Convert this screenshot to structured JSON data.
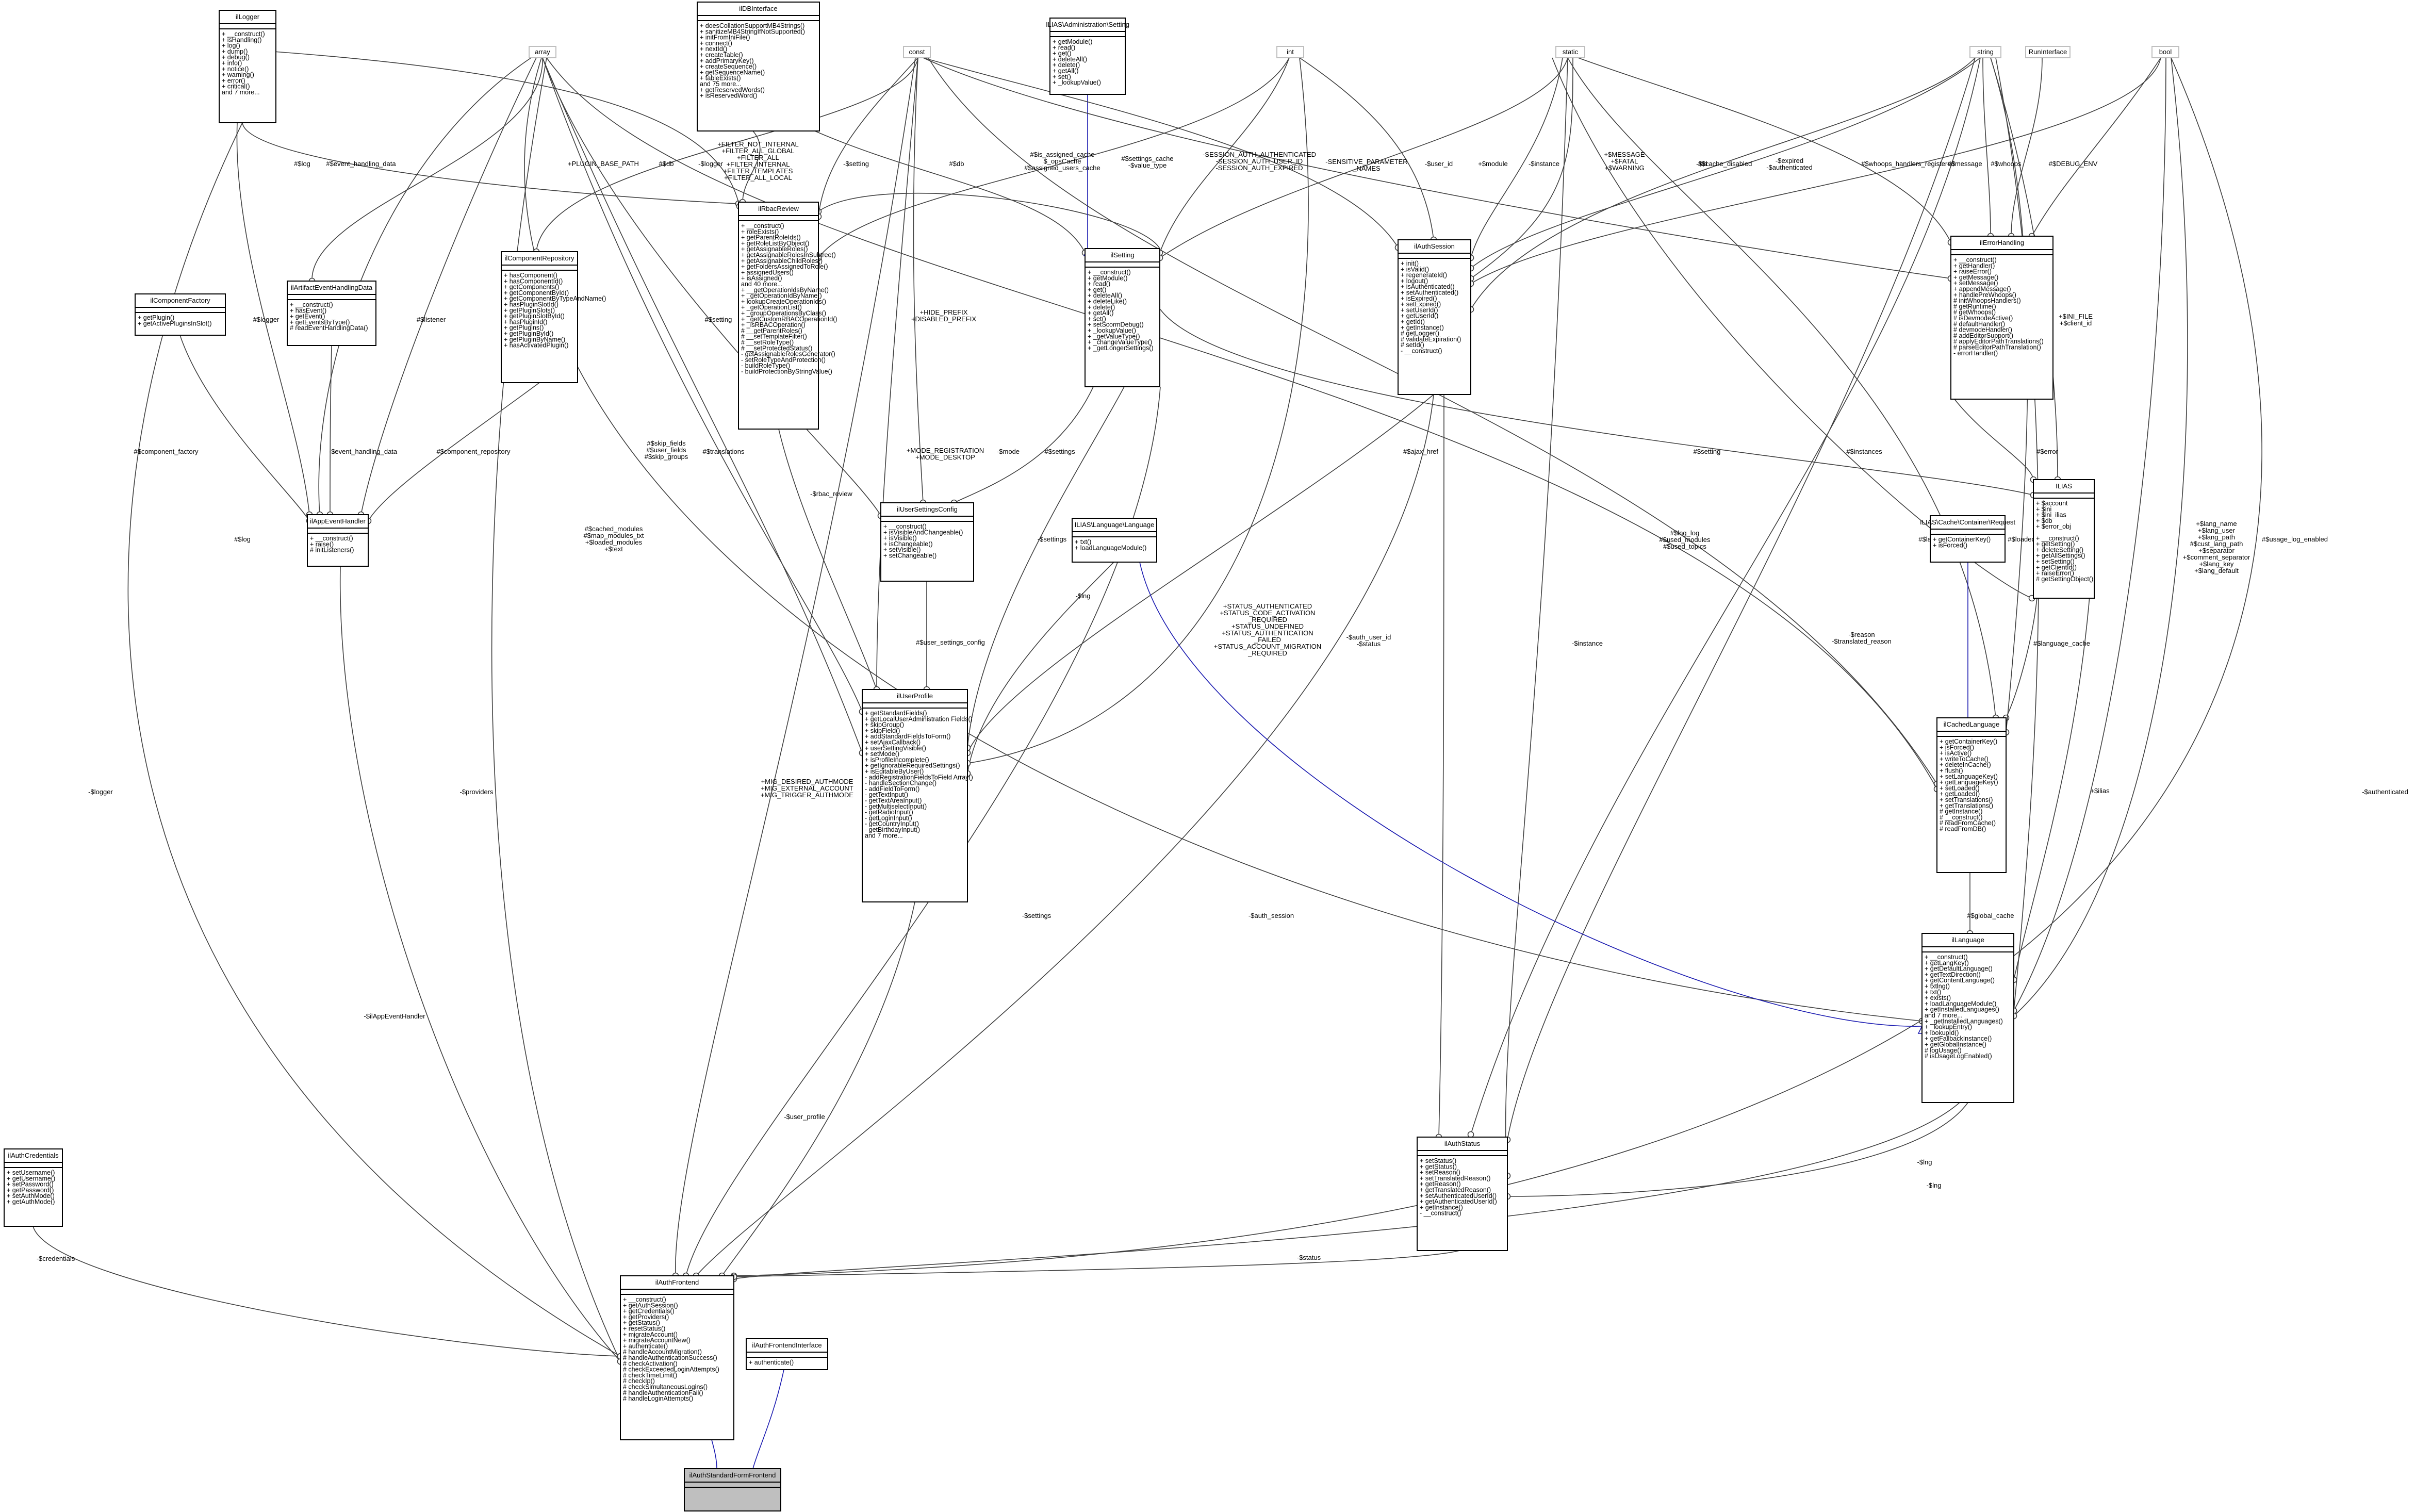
{
  "classes": [
    {
      "id": "ilLogger",
      "name": "ilLogger",
      "members": [
        "+ __construct()",
        "+ isHandling()",
        "+ log()",
        "+ dump()",
        "+ debug()",
        "+ info()",
        "+ notice()",
        "+ warning()",
        "+ error()",
        "+ critical()",
        "and 7 more..."
      ]
    },
    {
      "id": "ilDBInterface",
      "name": "ilDBInterface",
      "members": [
        "+ doesCollationSupportMB4Strings()",
        "+ sanitizeMB4StringIfNotSupported()",
        "+ initFromIniFile()",
        "+ connect()",
        "+ nextId()",
        "+ createTable()",
        "+ addPrimaryKey()",
        "+ createSequence()",
        "+ getSequenceName()",
        "+ tableExists()",
        "and 75 more...",
        "+ getReservedWords()",
        "+ isReservedWord()"
      ]
    },
    {
      "id": "ilSetting_adm",
      "name": "ILIAS\\Administration\\Setting",
      "members": [
        "+ getModule()",
        "+ read()",
        "+ get()",
        "+ deleteAll()",
        "+ delete()",
        "+ getAll()",
        "+ set()",
        "+ _lookupValue()"
      ]
    },
    {
      "id": "ilComponentFactory",
      "name": "ilComponentFactory",
      "members": [
        "+ getPlugin()",
        "+ getActivePluginsInSlot()"
      ]
    },
    {
      "id": "ilArtifactEventHandlingData",
      "name": "ilArtifactEventHandlingData",
      "members": [
        "+ __construct()",
        "+ hasEvent()",
        "+ getEvent()",
        "+ getEventsByType()",
        "# readEventHandlingData()"
      ]
    },
    {
      "id": "ilComponentRepository",
      "name": "ilComponentRepository",
      "members": [
        "+ hasComponent()",
        "+ hasComponentId()",
        "+ getComponents()",
        "+ getComponentById()",
        "+ getComponentByTypeAndName()",
        "+ hasPluginSlotId()",
        "+ getPluginSlots()",
        "+ getPluginSlotById()",
        "+ hasPluginId()",
        "+ getPlugins()",
        "+ getPluginById()",
        "+ getPluginByName()",
        "+ hasActivatedPlugin()"
      ]
    },
    {
      "id": "ilRbacReview",
      "name": "ilRbacReview",
      "members": [
        "+ __construct()",
        "+ roleExists()",
        "+ getParentRoleIds()",
        "+ getRoleListByObject()",
        "+ getAssignableRoles()",
        "+ getAssignableRolesInSubtree()",
        "+ getAssignableChildRoles()",
        "+ getFoldersAssignedToRole()",
        "+ assignedUsers()",
        "+ isAssigned()",
        "and 40 more...",
        "+ __getOperationIdsByName()",
        "+ _getOperationIdByName()",
        "+ lookupCreateOperationIds()",
        "+ _getOperationList()",
        "+ _groupOperationsByClass()",
        "+ _getCustomRBACOperationId()",
        "+ _isRBACOperation()",
        "# __getParentRoles()",
        "# __setTemplateFilter()",
        "# __setRoleType()",
        "# __setProtectedStatus()",
        "- getAssignableRolesGenerator()",
        "- setRoleTypeAndProtection()",
        "- buildRoleType()",
        "- buildProtectionByStringValue()"
      ]
    },
    {
      "id": "ilSetting",
      "name": "ilSetting",
      "members": [
        "+ __construct()",
        "+ getModule()",
        "+ read()",
        "+ get()",
        "+ deleteAll()",
        "+ deleteLike()",
        "+ delete()",
        "+ getAll()",
        "+ set()",
        "+ setScormDebug()",
        "+ _lookupValue()",
        "+ _getValueType()",
        "+ _changeValueType()",
        "+ _getLongerSettings()"
      ]
    },
    {
      "id": "ilAuthSession",
      "name": "ilAuthSession",
      "members": [
        "+ init()",
        "+ isValid()",
        "+ regenerateId()",
        "+ logout()",
        "+ isAuthenticated()",
        "+ setAuthenticated()",
        "+ isExpired()",
        "+ setExpired()",
        "+ setUserId()",
        "+ getUserId()",
        "+ getId()",
        "+ getInstance()",
        "# getLogger()",
        "# validateExpiration()",
        "# setId()",
        "- __construct()"
      ]
    },
    {
      "id": "ilErrorHandling",
      "name": "ilErrorHandling",
      "members": [
        "+ __construct()",
        "+ getHandler()",
        "+ raiseError()",
        "+ getMessage()",
        "+ setMessage()",
        "+ appendMessage()",
        "+ handlePreWhoops()",
        "# initWhoopsHandlers()",
        "# getRuntime()",
        "# getWhoops()",
        "# isDevmodeActive()",
        "# defaultHandler()",
        "# devmodeHandler()",
        "# addEditorSupport()",
        "# applyEditorPathTranslations()",
        "# parseEditorPathTranslation()",
        "- errorHandler()"
      ]
    },
    {
      "id": "ilAppEventHandler",
      "name": "ilAppEventHandler",
      "members": [
        "+ __construct()",
        "+ raise()",
        "# initListeners()"
      ]
    },
    {
      "id": "ilUserSettingsConfig",
      "name": "ilUserSettingsConfig",
      "members": [
        "+ __construct()",
        "+ isVisibleAndChangeable()",
        "+ isVisible()",
        "+ isChangeable()",
        "+ setVisible()",
        "+ setChangeable()"
      ]
    },
    {
      "id": "ilLanguageIface",
      "name": "ILIAS\\Language\\Language",
      "members": [
        "+ txt()",
        "+ loadLanguageModule()"
      ]
    },
    {
      "id": "ilIAS",
      "name": "ILIAS",
      "members": [
        "+ $account",
        "+ $ini",
        "+ $ini_ilias",
        "+ $db",
        "+ $error_obj",
        "",
        "+ __construct()",
        "+ getSetting()",
        "+ deleteSetting()",
        "+ getAllSettings()",
        "+ setSetting()",
        "+ getClientId()",
        "+ raiseError()",
        "# getSettingObject()"
      ]
    },
    {
      "id": "ilCacheRequest",
      "name": "ILIAS\\Cache\\Container\\Request",
      "members": [
        "+ getContainerKey()",
        "+ isForced()"
      ]
    },
    {
      "id": "ilUserProfile",
      "name": "ilUserProfile",
      "members": [
        "+ getStandardFields()",
        "+ getLocalUserAdministration Fields()",
        "+ skipGroup()",
        "+ skipField()",
        "+ addStandardFieldsToForm()",
        "+ setAjaxCallback()",
        "+ userSettingVisible()",
        "+ setMode()",
        "+ isProfileIncomplete()",
        "+ getIgnorableRequiredSettings()",
        "+ isEditableByUser()",
        "- addRegistrationFieldsToField Array()",
        "- handleSectionChange()",
        "- addFieldToForm()",
        "- getTextInput()",
        "- getTextAreaInput()",
        "- getMultiselectInput()",
        "- getRadioInput()",
        "- getLoginInput()",
        "- getCountryInput()",
        "- getBirthdayInput()",
        "and 7 more..."
      ]
    },
    {
      "id": "ilCachedLanguage",
      "name": "ilCachedLanguage",
      "members": [
        "+ getContainerKey()",
        "+ isForced()",
        "+ isActive()",
        "+ writeToCache()",
        "+ deleteInCache()",
        "+ flush()",
        "+ setLanguageKey()",
        "+ getLanguageKey()",
        "+ setLoaded()",
        "+ getLoaded()",
        "+ setTranslations()",
        "+ getTranslations()",
        "# getInstance()",
        "# __construct()",
        "# readFromCache()",
        "# readFromDB()"
      ]
    },
    {
      "id": "ilLanguage",
      "name": "ilLanguage",
      "members": [
        "+ __construct()",
        "+ getLangKey()",
        "+ getDefaultLanguage()",
        "+ getTextDirection()",
        "+ getContentLanguage()",
        "+ txtlng()",
        "+ txt()",
        "+ exists()",
        "+ loadLanguageModule()",
        "+ getInstalledLanguages()",
        "and 7 more...",
        "+ _getInstalledLanguages()",
        "+ _lookupEntry()",
        "+ lookupId()",
        "+ getFallbackInstance()",
        "+ getGlobalInstance()",
        "# logUsage()",
        "# isUsageLogEnabled()"
      ]
    },
    {
      "id": "ilAuthStatus",
      "name": "ilAuthStatus",
      "members": [
        "+ setStatus()",
        "+ getStatus()",
        "+ setReason()",
        "+ setTranslatedReason()",
        "+ getReason()",
        "+ getTranslatedReason()",
        "+ setAuthenticatedUserId()",
        "+ getAuthenticatedUserId()",
        "+ getInstance()",
        "- __construct()"
      ]
    },
    {
      "id": "ilAuthCredentials",
      "name": "ilAuthCredentials",
      "members": [
        "+ setUsername()",
        "+ getUsername()",
        "+ setPassword()",
        "+ getPassword()",
        "+ setAuthMode()",
        "+ getAuthMode()"
      ]
    },
    {
      "id": "ilAuthFrontend",
      "name": "ilAuthFrontend",
      "members": [
        "+ __construct()",
        "+ getAuthSession()",
        "+ getCredentials()",
        "+ getProviders()",
        "+ getStatus()",
        "+ resetStatus()",
        "+ migrateAccount()",
        "+ migrateAccountNew()",
        "+ authenticate()",
        "# handleAccountMigration()",
        "# handleAuthenticationSuccess()",
        "# checkActivation()",
        "# checkExceededLoginAttempts()",
        "# checkTimeLimit()",
        "# checkIp()",
        "# checkSimultaneousLogins()",
        "# handleAuthenticationFail()",
        "# handleLoginAttempts()"
      ]
    },
    {
      "id": "ilAuthFrontendInterface",
      "name": "ilAuthFrontendInterface",
      "members": [
        "+ authenticate()"
      ]
    },
    {
      "id": "ilAuthStandardFormFrontend",
      "name": "ilAuthStandardFormFrontend",
      "members": []
    }
  ],
  "primitives": [
    {
      "id": "array",
      "name": "array"
    },
    {
      "id": "const",
      "name": "const"
    },
    {
      "id": "int",
      "name": "int"
    },
    {
      "id": "static",
      "name": "static"
    },
    {
      "id": "string",
      "name": "string"
    },
    {
      "id": "RunInterface",
      "name": "RunInterface"
    },
    {
      "id": "bool",
      "name": "bool"
    }
  ],
  "edge_labels": {
    "log": "#$log",
    "event_handling_data": "#$event_handling_data",
    "plugin_base_path": "+PLUGIN_BASE_PATH",
    "db1": "#$db",
    "logger1": "-$logger",
    "setting1": "-$setting",
    "db2": "#$db",
    "filters": [
      "+FILTER_NOT_INTERNAL",
      "+FILTER_ALL_GLOBAL",
      "+FILTER_ALL",
      "+FILTER_INTERNAL",
      "+FILTER_TEMPLATES",
      "+FILTER_ALL_LOCAL"
    ],
    "is_assigned_cache": [
      "#$is_assigned_cache",
      "$_opsCache",
      "#$assigned_users_cache"
    ],
    "settings_cache": [
      "#$settings_cache",
      "-$value_type"
    ],
    "session_consts": [
      "-SESSION_AUTH_AUTHENTICATED",
      "-SESSION_AUTH_USER_ID",
      "-SESSION_AUTH_EXPIRED"
    ],
    "sensitive": [
      "-SENSITIVE_PARAMETER",
      "_NAMES"
    ],
    "user_id": "-$user_id",
    "module": "+$module",
    "instance1": "-$instance",
    "message_consts": [
      "+$MESSAGE",
      "+$FATAL",
      "+$WARNING"
    ],
    "id": "-$id",
    "cache_disabled": "#$cache_disabled",
    "expired": [
      "-$expired",
      "-$authenticated"
    ],
    "whoops": "#$whoops_handlers_registered",
    "message": "#$message",
    "whoops2": "#$whoops",
    "debug_env": "#$DEBUG_ENV",
    "ini_file": [
      "+$INI_FILE",
      "+$client_id"
    ],
    "logger2": "#$logger",
    "listener": "#$listener",
    "setting2": "#$setting",
    "hide_prefix": [
      "+HIDE_PREFIX",
      "+DISABLED_PREFIX"
    ],
    "mode": "-$mode",
    "settings1": "#$settings",
    "ajax_href": "#$ajax_href",
    "setting3": "#$setting",
    "instances": "#$instances",
    "error": "#$error",
    "component_factory": "#$component_factory",
    "event_handling_data2": "-$event_handling_data",
    "component_repository": "#$component_repository",
    "skip_fields": [
      "#$skip_fields",
      "#$user_fields",
      "#$skip_groups"
    ],
    "translations": "#$translations",
    "mode_consts": [
      "+MODE_REGISTRATION",
      "+MODE_DESKTOP"
    ],
    "rbac_review": "-$rbac_review",
    "cached_modules": [
      "#$cached_modules",
      "#$map_modules_txt",
      "+$loaded_modules",
      "+$text"
    ],
    "log2": "#$log",
    "settings2": "-$settings",
    "lng1": "-$lng",
    "user_settings_config": "#$user_settings_config",
    "status_consts": [
      "+STATUS_AUTHENTICATED",
      "+STATUS_CODE_ACTIVATION",
      "_REQUIRED",
      "+STATUS_UNDEFINED",
      "+STATUS_AUTHENTICATION",
      "_FAILED",
      "+STATUS_ACCOUNT_MIGRATION",
      "_REQUIRED"
    ],
    "lng_log": [
      "#$lng_log",
      "#$used_modules",
      "#$used_topics"
    ],
    "auth_user_id": [
      "-$auth_user_id",
      "-$status"
    ],
    "reason": [
      "-$reason",
      "-$translated_reason"
    ],
    "language_cache": "#$language_cache",
    "language_key": "#$language_key",
    "loaded": "#$loaded",
    "lang_name": [
      "+$lang_name",
      "+$lang_user",
      "+$lang_path",
      "#$cust_lang_path",
      "+$separator",
      "+$comment_separator",
      "+$lang_key",
      "+$lang_default"
    ],
    "usage_log": "#$usage_log_enabled",
    "ilias": "+$ilias",
    "logger3": "-$logger",
    "providers": "-$providers",
    "mig_consts": [
      "+MIG_DESIRED_AUTHMODE",
      "+MIG_EXTERNAL_ACCOUNT",
      "+MIG_TRIGGER_AUTHMODE"
    ],
    "settings3": "-$settings",
    "auth_session": "-$auth_session",
    "instance2": "-$instance",
    "global_cache": "#$global_cache",
    "authenticated": "-$authenticated",
    "app_event_handler": "-$ilAppEventHandler",
    "user_profile": "-$user_profile",
    "lng2": "-$lng",
    "lng3": "-$lng",
    "status": "-$status",
    "credentials": "-$credentials"
  }
}
